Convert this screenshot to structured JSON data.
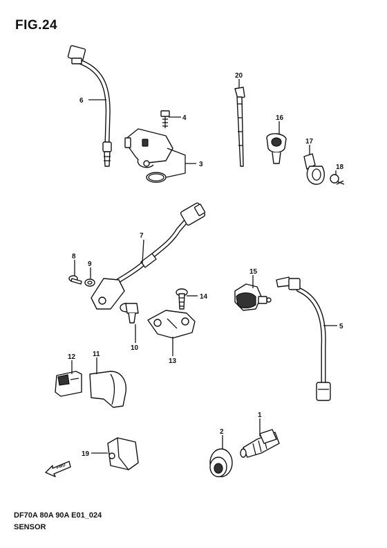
{
  "figure": {
    "title": "FIG.24",
    "code": "DF70A 80A 90A E01_024",
    "name": "SENSOR"
  },
  "callouts": {
    "p1": "1",
    "p2": "2",
    "p3": "3",
    "p4": "4",
    "p5": "5",
    "p6": "6",
    "p7": "7",
    "p8": "8",
    "p9": "9",
    "p10": "10",
    "p11": "11",
    "p12": "12",
    "p13": "13",
    "p14": "14",
    "p15": "15",
    "p16": "16",
    "p17": "17",
    "p18": "18",
    "p19": "19",
    "p20": "20"
  },
  "fwd_arrow_label": "FWD"
}
